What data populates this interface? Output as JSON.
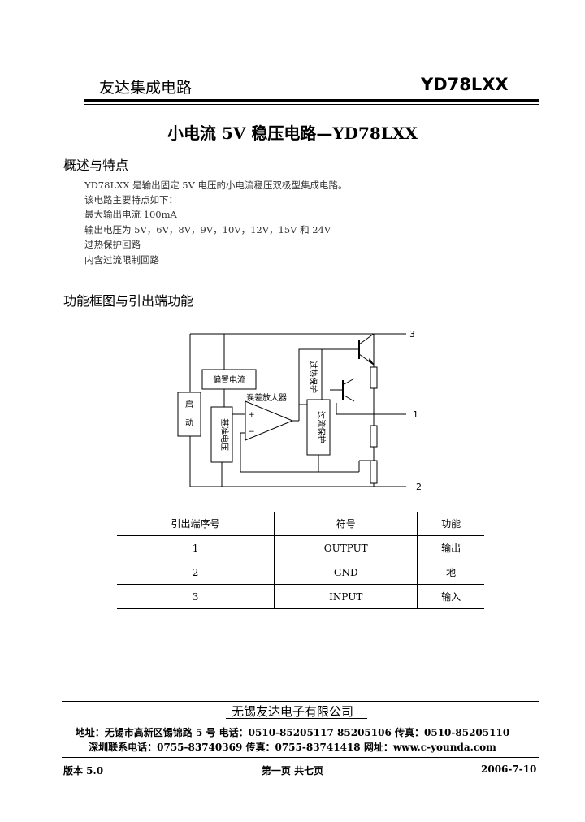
{
  "header": {
    "company": "友达集成电路",
    "product": "YD78LXX"
  },
  "title": "小电流 5V 稳压电路—YD78LXX",
  "overview": {
    "heading": "概述与特点",
    "lines": [
      "YD78LXX 是输出固定 5V 电压的小电流稳压双极型集成电路。",
      "该电路主要特点如下：",
      "最大输出电流 100mA",
      "输出电压为 5V，6V，8V，9V，10V，12V，15V 和 24V",
      "过热保护回路",
      "内含过流限制回路"
    ]
  },
  "diagram": {
    "heading": "功能框图与引出端功能",
    "blocks": {
      "startup_1": "启",
      "startup_2": "动",
      "bias": "偏置电流",
      "reference": "基准电压",
      "error_amp": "误差放大器",
      "overheat": "过热保护",
      "overcurrent": "过流保护"
    },
    "pins": {
      "p3": "3",
      "p1": "1",
      "p2": "2"
    },
    "amp_plus": "+",
    "amp_minus": "−"
  },
  "pin_table": {
    "headers": [
      "引出端序号",
      "符号",
      "功能"
    ],
    "rows": [
      [
        "1",
        "OUTPUT",
        "输出"
      ],
      [
        "2",
        "GND",
        "地"
      ],
      [
        "3",
        "INPUT",
        "输入"
      ]
    ]
  },
  "footer": {
    "company": "无锡友达电子有限公司",
    "address_line": "地址：无锡市高新区锡锦路 5 号     电话：0510-85205117   85205106     传真：0510-85205110",
    "shenzhen_line": "深圳联系电话：0755-83740369        传真：0755-83741418        网址：www.c-younda.com",
    "version": "版本   5.0",
    "page": "第一页   共七页",
    "date": "2006-7-10"
  }
}
